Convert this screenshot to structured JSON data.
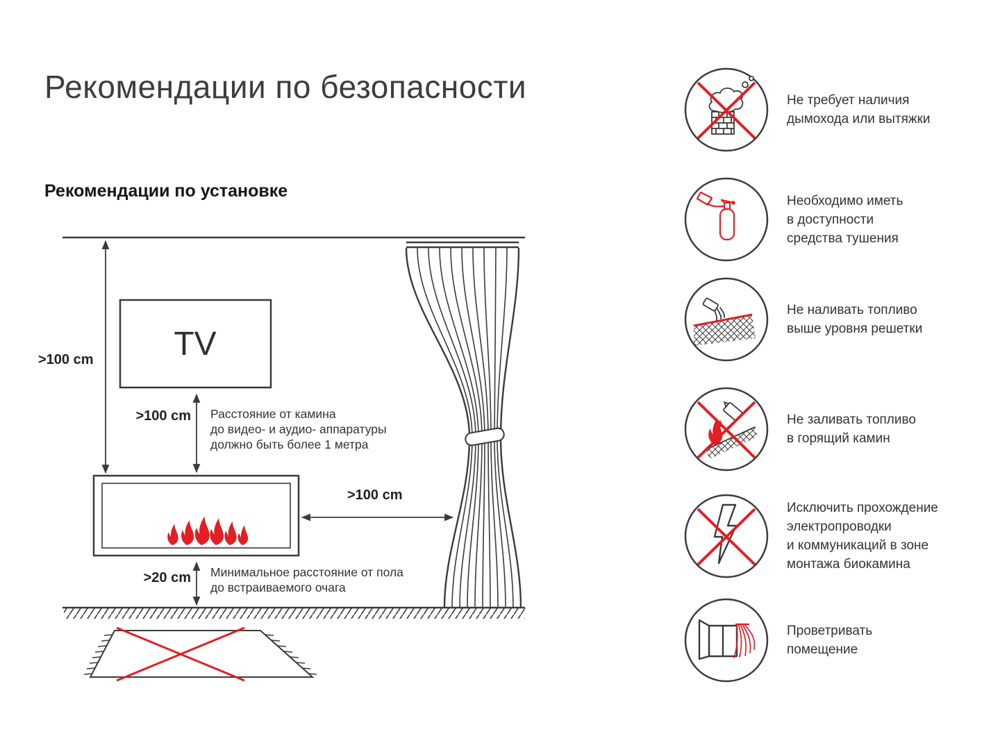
{
  "page": {
    "title": "Рекомендации по безопасности",
    "subtitle": "Рекомендации по установке"
  },
  "diagram": {
    "tv_label": "TV",
    "labels": {
      "ceiling_clearance": ">100 cm",
      "tv_clearance": ">100 cm",
      "curtain_clearance": ">100 cm",
      "floor_clearance": ">20 cm"
    },
    "notes": {
      "tv": "Расстояние от камина\nдо видео- и аудио- аппаратуры\nдолжно быть более 1 метра",
      "floor": "Минимальное расстояние от пола\nдо встраиваемого очага"
    }
  },
  "safety_items": [
    {
      "icon": "no-chimney-required-icon",
      "text": "Не требует наличия\nдымохода или вытяжки"
    },
    {
      "icon": "fire-extinguisher-icon",
      "text": "Необходимо иметь\nв доступности\nсредства тушения"
    },
    {
      "icon": "fuel-level-grate-icon",
      "text": "Не наливать топливо\nвыше уровня решетки"
    },
    {
      "icon": "no-refueling-burning-icon",
      "text": "Не заливать топливо\nв горящий камин"
    },
    {
      "icon": "no-electric-wiring-icon",
      "text": "Исключить прохождение\nэлектропроводки\nи коммуникаций в зоне\nмонтажа биокамина"
    },
    {
      "icon": "ventilation-window-icon",
      "text": "Проветривать\nпомещение"
    }
  ],
  "colors": {
    "accent_red": "#e31e24",
    "line": "#3a3a3a"
  }
}
